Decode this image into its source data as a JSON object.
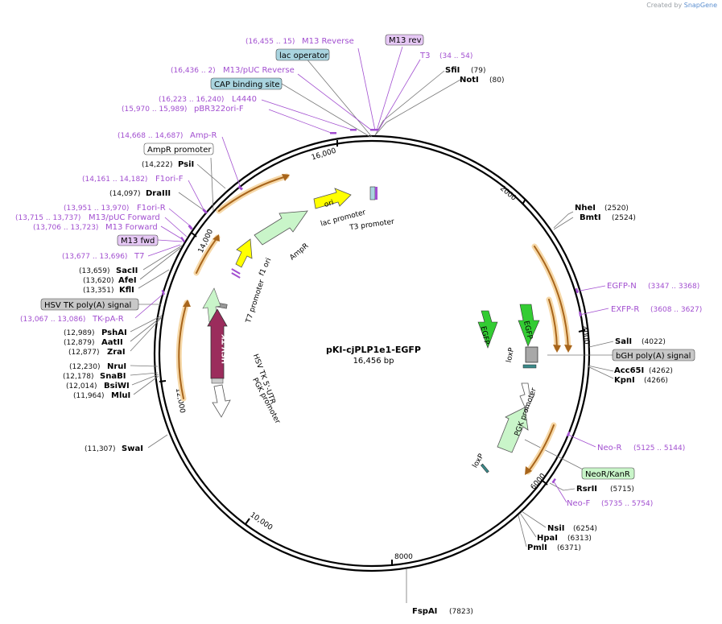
{
  "credit": {
    "prefix": "Created by",
    "brand": "SnapGene"
  },
  "plasmid": {
    "name": "pKI-cjPLP1e1-EGFP",
    "size": "16,456 bp"
  },
  "colors": {
    "primer": "#a24fd0",
    "backbone": "#000000",
    "orf": "#e8a33a"
  },
  "ticks": [
    "16,000",
    "2000",
    "4000",
    "6000",
    "8000",
    "10,000",
    "12,000",
    "14,000"
  ],
  "primers": [
    {
      "name": "M13 Reverse",
      "range": "(16,455 .. 15)"
    },
    {
      "name": "M13 rev",
      "range": ""
    },
    {
      "name": "T3",
      "range": "(34 .. 54)"
    },
    {
      "name": "M13/pUC Reverse",
      "range": "(16,436 .. 2)"
    },
    {
      "name": "L4440",
      "range": "(16,223 .. 16,240)"
    },
    {
      "name": "pBR322ori-F",
      "range": "(15,970 .. 15,989)"
    },
    {
      "name": "Amp-R",
      "range": "(14,668 .. 14,687)"
    },
    {
      "name": "F1ori-F",
      "range": "(14,161 .. 14,182)"
    },
    {
      "name": "F1ori-R",
      "range": "(13,951 .. 13,970)"
    },
    {
      "name": "M13/pUC Forward",
      "range": "(13,715 .. 13,737)"
    },
    {
      "name": "M13 Forward",
      "range": "(13,706 .. 13,723)"
    },
    {
      "name": "M13 fwd",
      "range": ""
    },
    {
      "name": "T7",
      "range": "(13,677 .. 13,696)"
    },
    {
      "name": "TK-pA-R",
      "range": "(13,067 .. 13,086)"
    },
    {
      "name": "EGFP-N",
      "range": "(3347 .. 3368)"
    },
    {
      "name": "EXFP-R",
      "range": "(3608 .. 3627)"
    },
    {
      "name": "Neo-R",
      "range": "(5125 .. 5144)"
    },
    {
      "name": "Neo-F",
      "range": "(5735 .. 5754)"
    }
  ],
  "enzymes": [
    {
      "name": "SfiI",
      "pos": "(79)"
    },
    {
      "name": "NotI",
      "pos": "(80)"
    },
    {
      "name": "NheI",
      "pos": "(2520)"
    },
    {
      "name": "BmtI",
      "pos": "(2524)"
    },
    {
      "name": "SalI",
      "pos": "(4022)"
    },
    {
      "name": "Acc65I",
      "pos": "(4262)"
    },
    {
      "name": "KpnI",
      "pos": "(4266)"
    },
    {
      "name": "RsrII",
      "pos": "(5715)"
    },
    {
      "name": "NsiI",
      "pos": "(6254)"
    },
    {
      "name": "HpaI",
      "pos": "(6313)"
    },
    {
      "name": "PmlI",
      "pos": "(6371)"
    },
    {
      "name": "FspAI",
      "pos": "(7823)"
    },
    {
      "name": "SwaI",
      "pos": "(11,307)"
    },
    {
      "name": "MluI",
      "pos": "(11,964)"
    },
    {
      "name": "BsiWI",
      "pos": "(12,014)"
    },
    {
      "name": "SnaBI",
      "pos": "(12,178)"
    },
    {
      "name": "NruI",
      "pos": "(12,230)"
    },
    {
      "name": "ZraI",
      "pos": "(12,877)"
    },
    {
      "name": "AatII",
      "pos": "(12,879)"
    },
    {
      "name": "PshAI",
      "pos": "(12,989)"
    },
    {
      "name": "KflI",
      "pos": "(13,351)"
    },
    {
      "name": "AfeI",
      "pos": "(13,620)"
    },
    {
      "name": "SacII",
      "pos": "(13,659)"
    },
    {
      "name": "DraIII",
      "pos": "(14,097)"
    },
    {
      "name": "PsiI",
      "pos": "(14,222)"
    }
  ],
  "boxed_features": [
    {
      "name": "lac operator",
      "color": "#a9d4df"
    },
    {
      "name": "CAP binding site",
      "color": "#a9d4df"
    },
    {
      "name": "AmpR promoter",
      "color": "#ffffff"
    },
    {
      "name": "HSV TK poly(A) signal",
      "color": "#c8c8c8"
    },
    {
      "name": "bGH poly(A) signal",
      "color": "#c8c8c8"
    },
    {
      "name": "NeoR/KanR",
      "color": "#c9f5c9"
    }
  ],
  "features": [
    {
      "name": "ori",
      "color": "#ffff00"
    },
    {
      "name": "lac promoter"
    },
    {
      "name": "T3 promoter"
    },
    {
      "name": "AmpR",
      "color": "#c9f5c9"
    },
    {
      "name": "f1 ori",
      "color": "#ffff00"
    },
    {
      "name": "T7 promoter"
    },
    {
      "name": "HSV TK",
      "color": "#9b2c5c"
    },
    {
      "name": "HSV TK 5'-UTR"
    },
    {
      "name": "PGK promoter"
    },
    {
      "name": "EGFP",
      "color": "#33cc33"
    },
    {
      "name": "loxP"
    }
  ]
}
